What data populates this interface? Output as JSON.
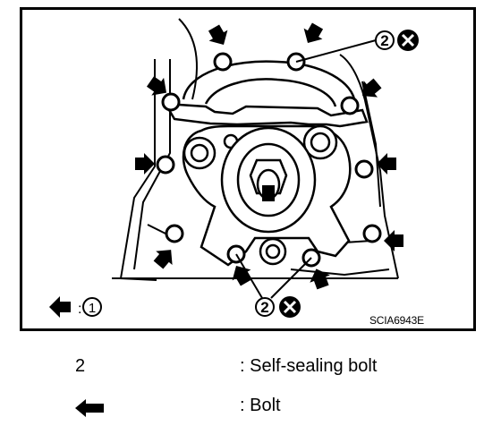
{
  "diagram": {
    "callout_top": "2",
    "callout_bottom": "2",
    "arrow_legend_number": "1",
    "arrow_legend_sep": ":",
    "image_code": "SCIA6943E",
    "icons": [
      "arrow-icon",
      "prohibited-x-icon",
      "circle-number-icon"
    ]
  },
  "legend": [
    {
      "key": "2",
      "text": ": Self-sealing bolt"
    },
    {
      "key": "arrow-icon",
      "text": ": Bolt"
    }
  ]
}
